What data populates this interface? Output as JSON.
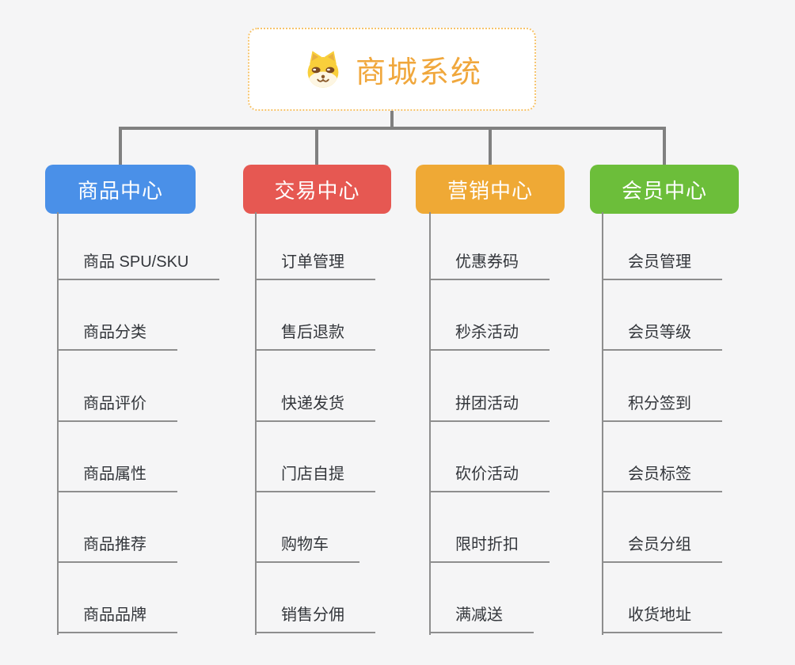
{
  "root": {
    "title": "商城系统",
    "icon": "dog-icon",
    "title_color": "#f0a73c",
    "border_color": "#f6c36b"
  },
  "branches": [
    {
      "label": "商品中心",
      "color": "#4a90e8",
      "children": [
        "商品 SPU/SKU",
        "商品分类",
        "商品评价",
        "商品属性",
        "商品推荐",
        "商品品牌"
      ]
    },
    {
      "label": "交易中心",
      "color": "#e65852",
      "children": [
        "订单管理",
        "售后退款",
        "快递发货",
        "门店自提",
        "购物车",
        "销售分佣"
      ]
    },
    {
      "label": "营销中心",
      "color": "#efa935",
      "children": [
        "优惠券码",
        "秒杀活动",
        "拼团活动",
        "砍价活动",
        "限时折扣",
        "满减送"
      ]
    },
    {
      "label": "会员中心",
      "color": "#6cbe3a",
      "children": [
        "会员管理",
        "会员等级",
        "积分签到",
        "会员标签",
        "会员分组",
        "收货地址"
      ]
    }
  ],
  "connector_color": "#808080",
  "background_color": "#f5f5f6"
}
